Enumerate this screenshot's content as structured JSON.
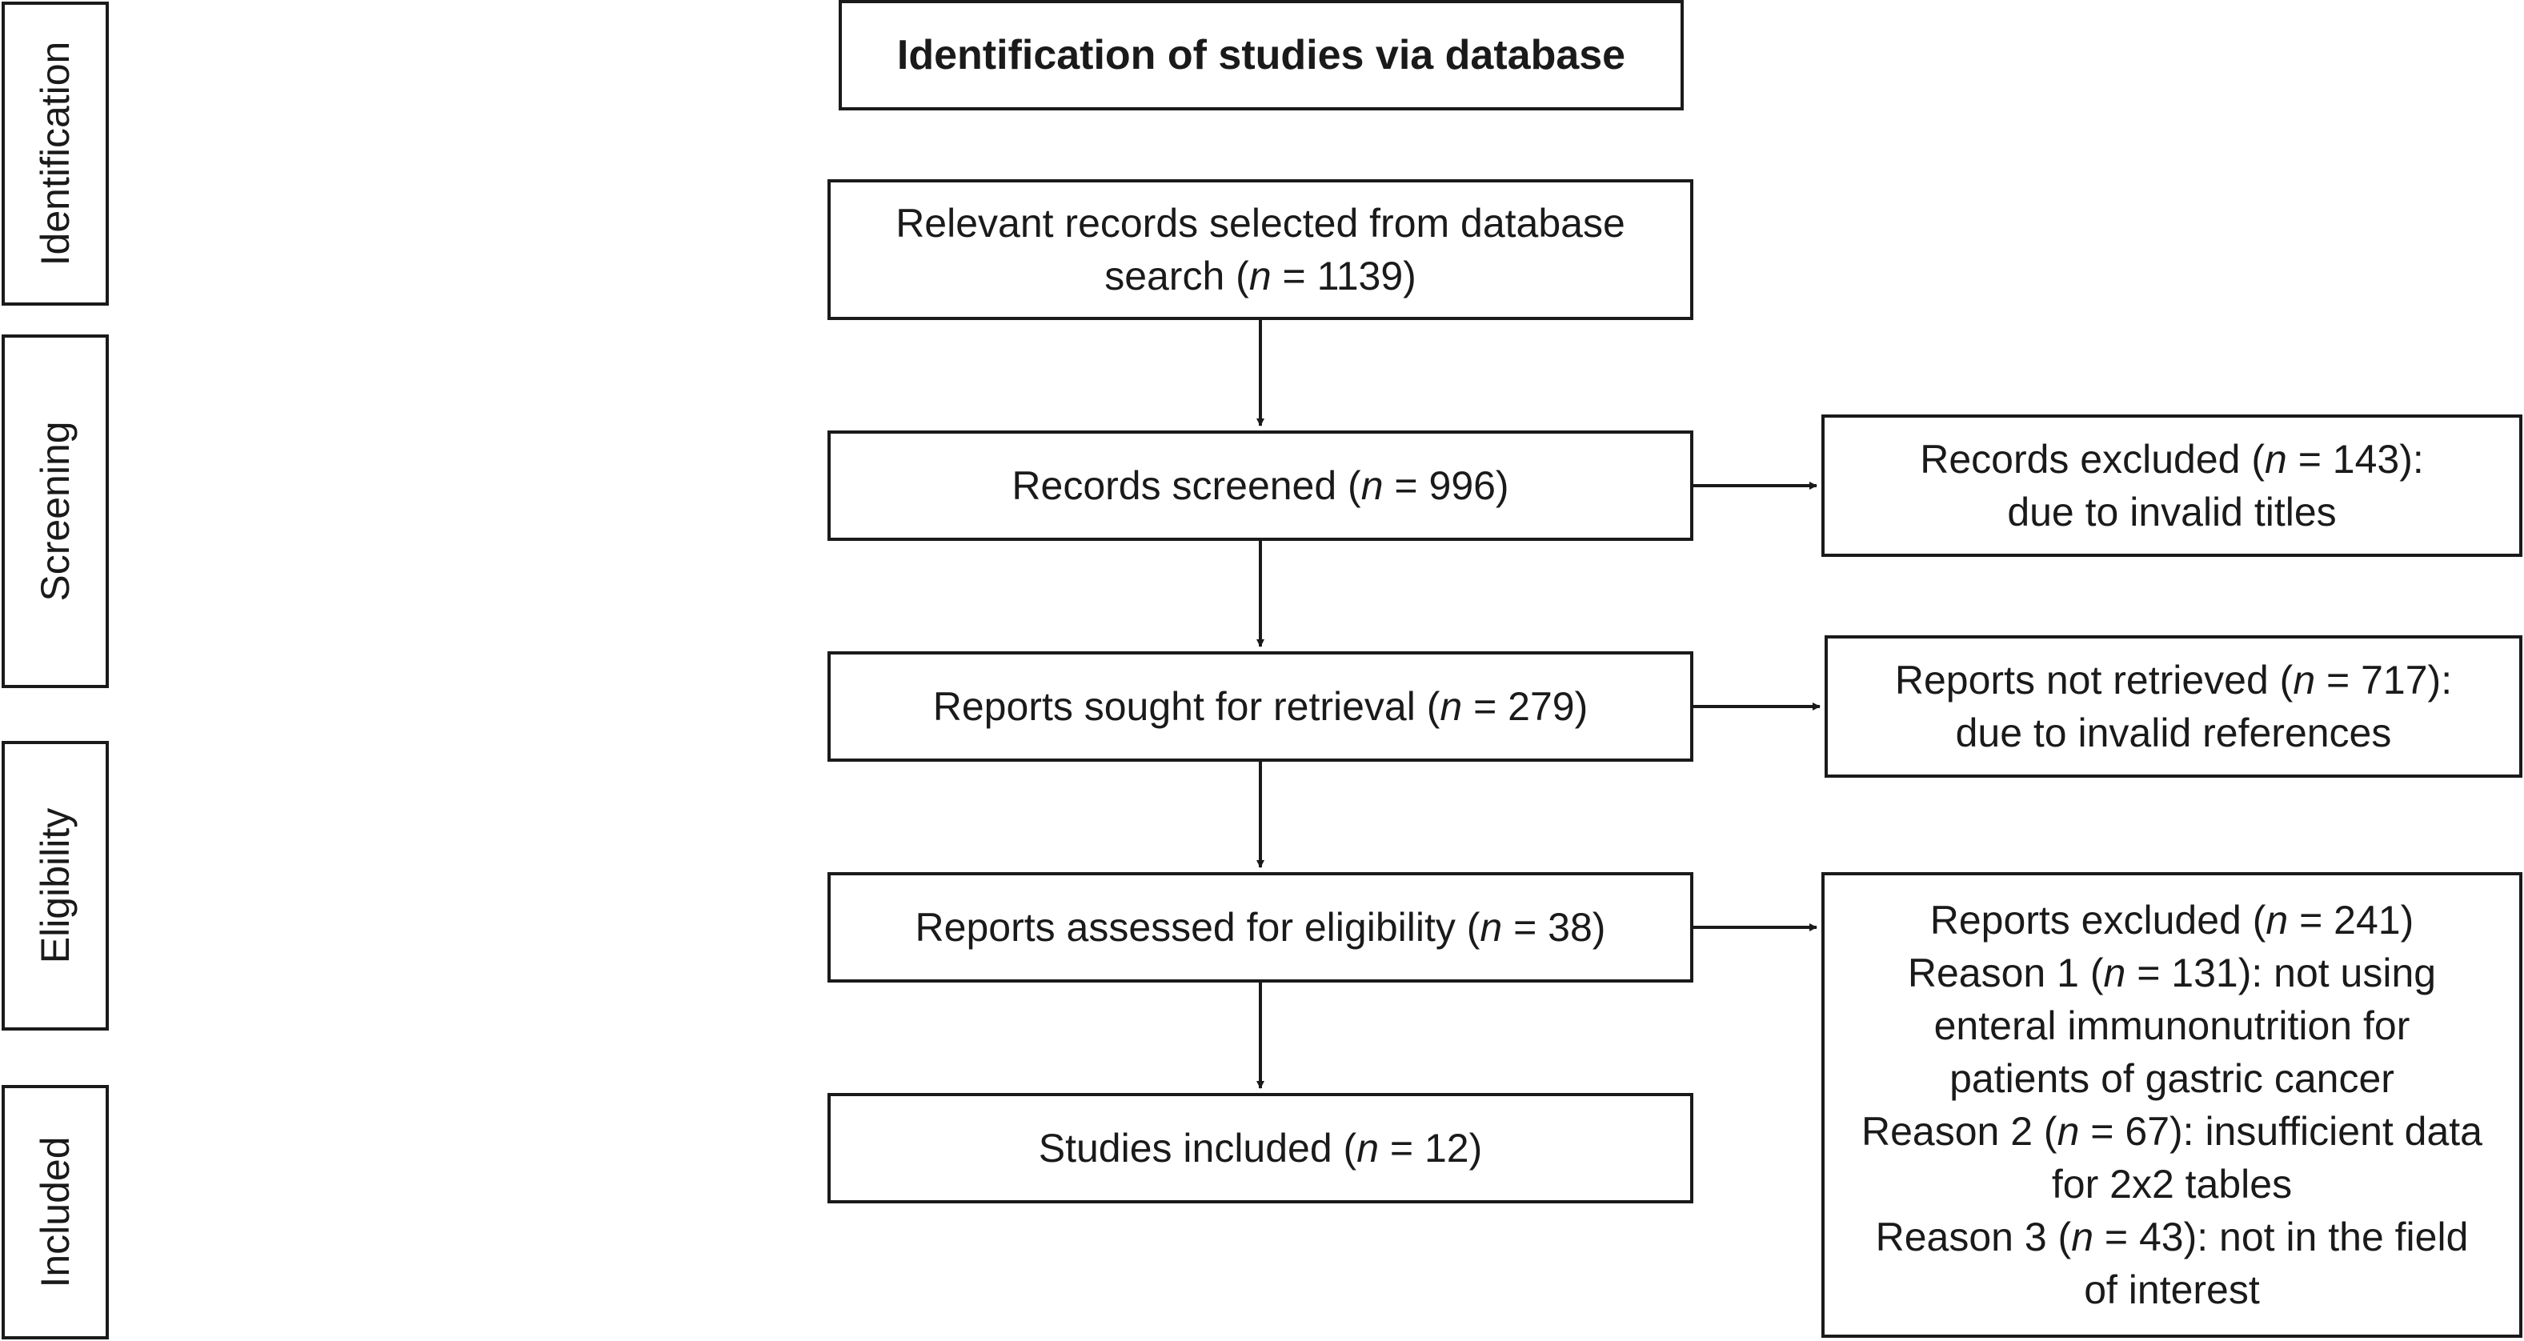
{
  "stages": {
    "identification": "Identification",
    "screening": "Screening",
    "eligibility": "Eligibility",
    "included": "Included"
  },
  "title": "Identification of studies via database",
  "flow": {
    "records_selected": {
      "line1": "Relevant records selected from database",
      "line2_prefix": "search (",
      "n_symbol": "n",
      "line2_suffix": " = 1139)"
    },
    "records_screened": {
      "prefix": "Records screened (",
      "n_symbol": "n",
      "suffix": " = 996)"
    },
    "reports_sought": {
      "prefix": "Reports sought for retrieval (",
      "n_symbol": "n",
      "suffix": " = 279)"
    },
    "reports_assessed": {
      "prefix": "Reports assessed for eligibility (",
      "n_symbol": "n",
      "suffix": " = 38)"
    },
    "studies_included": {
      "prefix": "Studies included (",
      "n_symbol": "n",
      "suffix": " = 12)"
    }
  },
  "exclusions": {
    "records_excluded": {
      "prefix": "Records excluded (",
      "n_symbol": "n",
      "suffix": " = 143):",
      "line2": "due to invalid titles"
    },
    "reports_not_retrieved": {
      "prefix": "Reports not retrieved (",
      "n_symbol": "n",
      "suffix": " = 717):",
      "line2": "due to invalid references"
    },
    "reports_excluded": {
      "header_prefix": "Reports excluded (",
      "header_n": "n",
      "header_suffix": " = 241)",
      "reason1_prefix": "Reason 1 (",
      "reason1_n": "n",
      "reason1_suffix": " = 131): not using",
      "reason1_line2": "enteral immunonutrition for",
      "reason1_line3": "patients of gastric cancer",
      "reason2_prefix": "Reason 2 (",
      "reason2_n": "n",
      "reason2_suffix": " = 67): insufficient data",
      "reason2_line2": "for 2x2 tables",
      "reason3_prefix": "Reason 3 (",
      "reason3_n": "n",
      "reason3_suffix": " = 43): not in the field",
      "reason3_line2": "of interest"
    }
  }
}
